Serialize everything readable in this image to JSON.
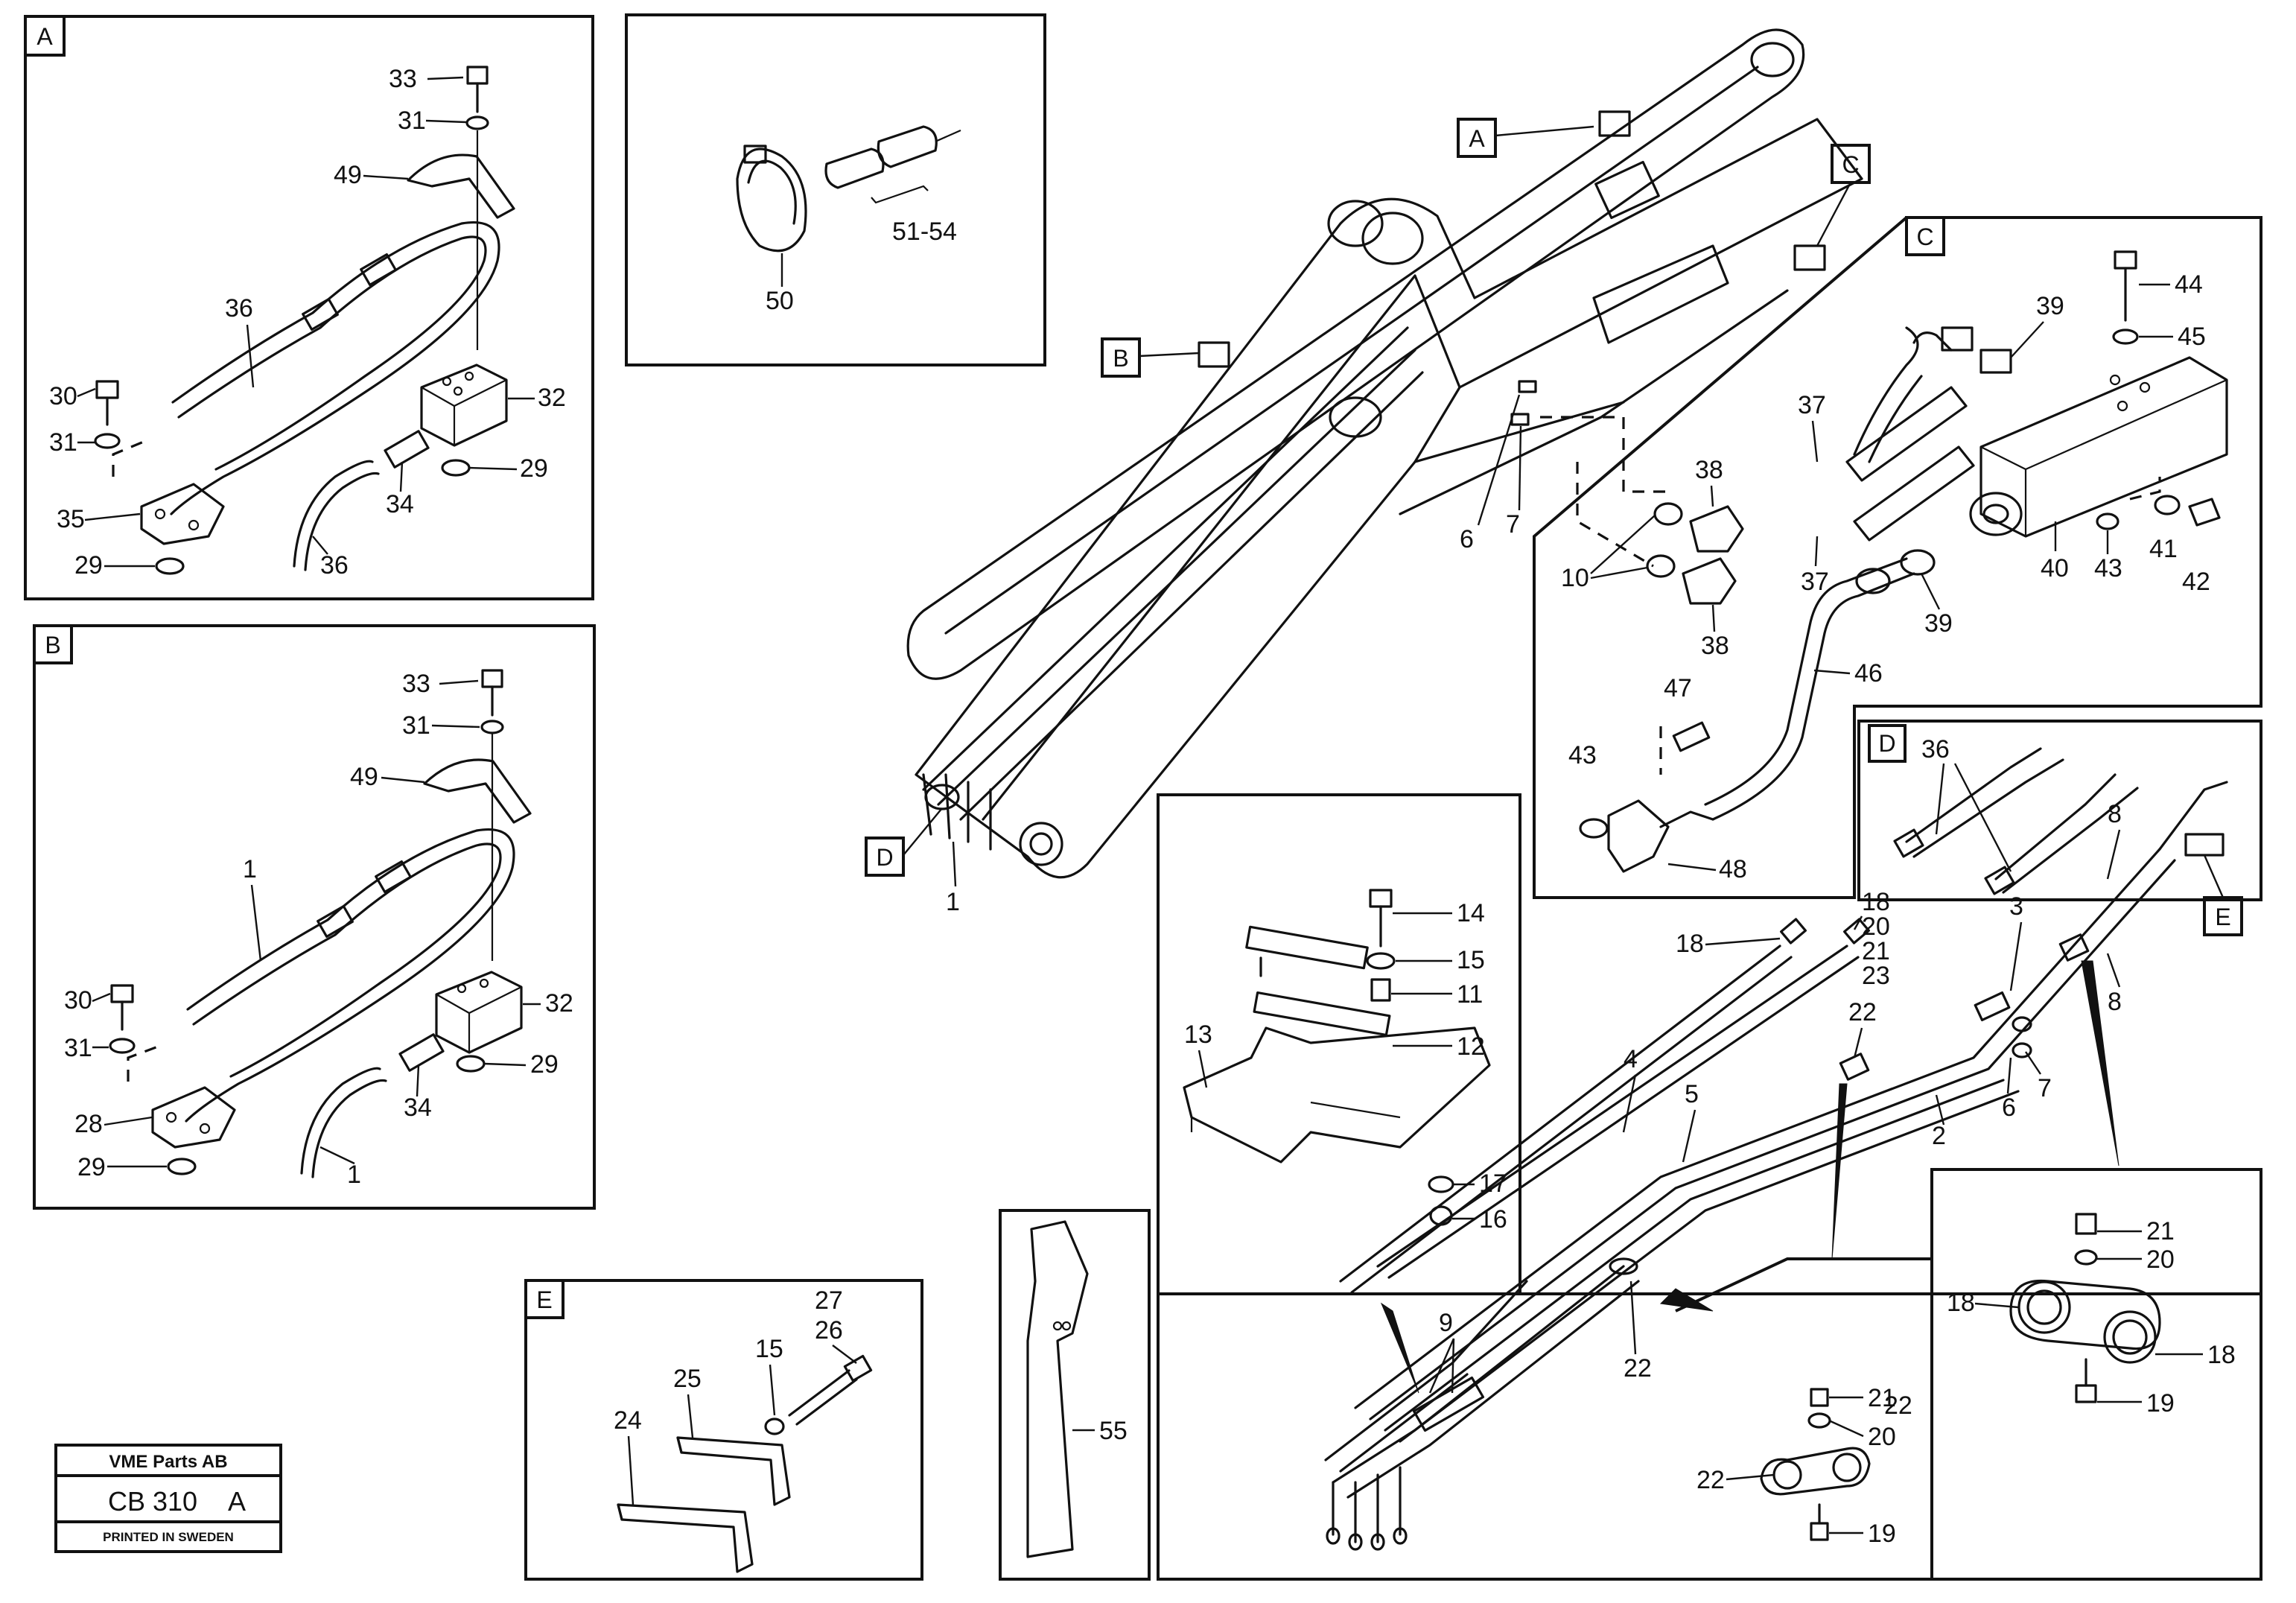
{
  "panels": {
    "A": {
      "label": "A",
      "callouts": [
        "33",
        "31",
        "49",
        "36",
        "30",
        "31",
        "32",
        "29",
        "35",
        "34",
        "29",
        "36"
      ]
    },
    "B": {
      "label": "B",
      "callouts": [
        "33",
        "31",
        "49",
        "1",
        "30",
        "31",
        "32",
        "29",
        "28",
        "34",
        "1",
        "29"
      ]
    },
    "C": {
      "label": "C",
      "callouts": [
        "44",
        "45",
        "39",
        "37",
        "38",
        "10",
        "37",
        "38",
        "40",
        "43",
        "41",
        "42",
        "39",
        "46",
        "47",
        "43",
        "48"
      ]
    },
    "D": {
      "label": "D",
      "callouts": [
        "36"
      ]
    },
    "E": {
      "label": "E",
      "callouts": [
        "27",
        "26",
        "15",
        "25",
        "24"
      ]
    },
    "clamp": {
      "callouts": [
        "51-54",
        "50"
      ]
    },
    "mount": {
      "callouts": [
        "14",
        "15",
        "11",
        "12",
        "13",
        "17",
        "16"
      ]
    },
    "strap": {
      "callouts": [
        "55"
      ]
    },
    "main": {
      "refs": [
        "A",
        "B",
        "C",
        "D",
        "E"
      ],
      "callouts": [
        "6",
        "7",
        "1",
        "18",
        "18",
        "20",
        "21",
        "23",
        "3",
        "8",
        "8",
        "4",
        "5",
        "22",
        "2",
        "6",
        "7",
        "9",
        "22"
      ]
    },
    "detail_22": {
      "callouts": [
        "21",
        "20",
        "22",
        "22",
        "19"
      ]
    },
    "detail_18": {
      "callouts": [
        "21",
        "20",
        "18",
        "18",
        "19"
      ]
    }
  },
  "stamp": {
    "company": "VME Parts AB",
    "code": "CB 310",
    "revision": "A",
    "printed": "PRINTED IN SWEDEN"
  }
}
